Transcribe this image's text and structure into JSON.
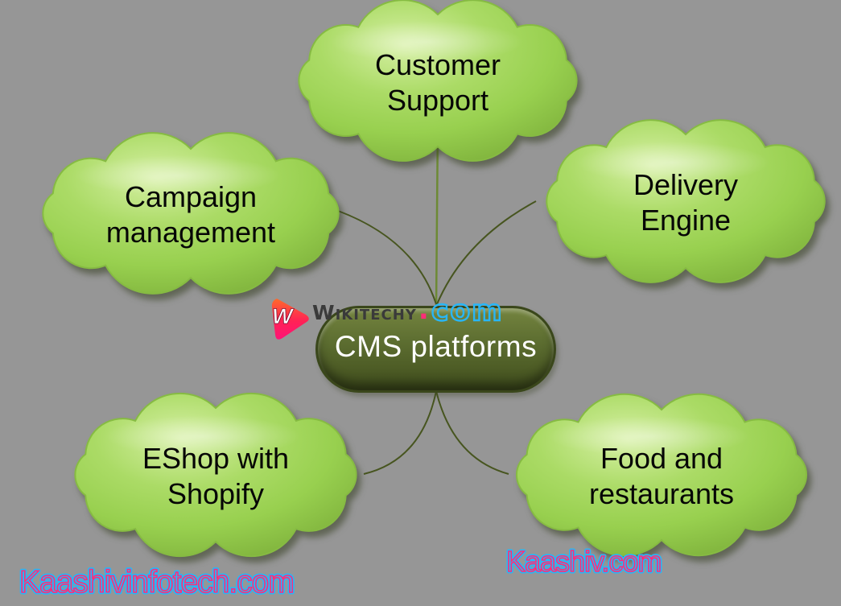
{
  "title": "CMS platforms mind map",
  "center": {
    "label": "CMS platforms"
  },
  "nodes": [
    {
      "id": "customer-support",
      "line1": "Customer",
      "line2": "Support"
    },
    {
      "id": "campaign-management",
      "line1": "Campaign",
      "line2": "management"
    },
    {
      "id": "delivery-engine",
      "line1": "Delivery",
      "line2": "Engine"
    },
    {
      "id": "eshop-shopify",
      "line1": "EShop with",
      "line2": "Shopify"
    },
    {
      "id": "food-restaurants",
      "line1": "Food and",
      "line2": "restaurants"
    }
  ],
  "watermark": {
    "icon": "wikitechy-play-w-icon",
    "icon_letter": "W",
    "brand": "WIKITECHY",
    "dot": ".",
    "tld": "com"
  },
  "footer": {
    "left": "Kaashivinfotech.com",
    "right": "Kaashiv.com"
  },
  "colors": {
    "background": "#969696",
    "cloud_green": "#9ed356",
    "cloud_highlight": "#d6f0a4",
    "cloud_dark_edge": "#7fb23c",
    "center_fill": "#5d6e31",
    "center_border": "#3a471b",
    "connector_dark": "#47551f",
    "connector_light": "#6d8a35",
    "node_text": "#060606",
    "center_text": "#ffffff",
    "brand_dark": "#3a3a3a",
    "brand_pink": "#ff2d78",
    "brand_cyan": "#29b6f6"
  }
}
